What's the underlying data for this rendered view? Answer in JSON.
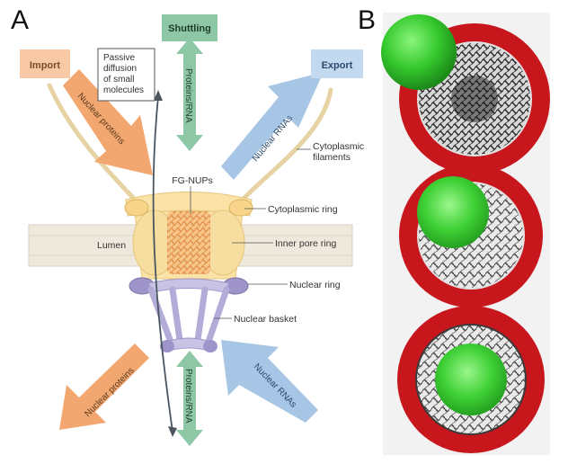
{
  "panels": {
    "a": "A",
    "b": "B"
  },
  "labels": {
    "import": "Import",
    "shuttling": "Shuttling",
    "export": "Export",
    "passive_line1": "Passive",
    "passive_line2": "diffusion",
    "passive_line3": "of small",
    "passive_line4": "molecules",
    "nuclear_proteins_top": "Nuclear proteins",
    "proteins_rna_top": "Proteins/RNA",
    "nuclear_rnas_top": "Nuclear RNAs",
    "cyto_filaments_1": "Cytoplasmic",
    "cyto_filaments_2": "filaments",
    "fg_nups": "FG-NUPs",
    "cytoplasmic_ring": "Cytoplasmic ring",
    "lumen": "Lumen",
    "inner_pore_ring": "Inner pore ring",
    "nuclear_ring": "Nuclear ring",
    "nuclear_basket": "Nuclear basket",
    "nuclear_proteins_bottom": "Nuclear proteins",
    "proteins_rna_bottom": "Proteins/RNA",
    "nuclear_rnas_bottom": "Nuclear RNAs"
  },
  "colors": {
    "import_orange": "#f2a770",
    "import_box": "#f9c9a6",
    "shuttle_green": "#8dc7a6",
    "export_blue": "#a7c6e6",
    "envelope": "#efe8dc",
    "pore_yellow": "#fbe3a8",
    "ring_yellow": "#f8d58a",
    "fg_orange": "#f4b36b",
    "basket_purple": "#9e94c9",
    "red_ring": "#c8161d",
    "green_ball": "#3fcf3a"
  },
  "icons": {
    "mesh": "fg-nup-mesh-icon",
    "sphere": "cargo-sphere-icon"
  }
}
